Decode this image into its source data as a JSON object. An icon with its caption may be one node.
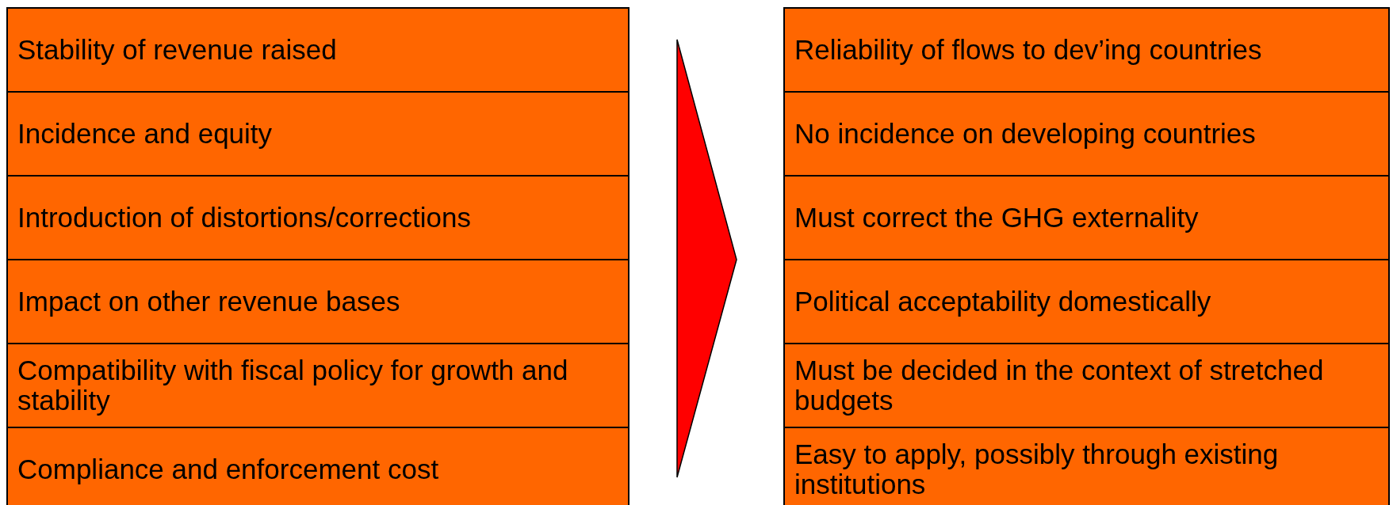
{
  "diagram": {
    "nodes": [
      {
        "text": [],
        "shape": "box"
      },
      {
        "text": [
          "Stability of revenue raised"
        ],
        "in": 0
      },
      {
        "text": [
          "Incidence and equity"
        ],
        "in": 0
      },
      {
        "text": [
          "Introduction of distortions/corrections"
        ],
        "in": 0
      },
      {
        "text": [
          "Impact on other revenue bases"
        ],
        "in": 0
      },
      {
        "text": [
          "Compatibility with fiscal policy for growth and stability"
        ],
        "in": 0
      },
      {
        "text": [
          "Compliance and enforcement cost"
        ],
        "in": 0
      },
      {
        "text": [],
        "shape": "box"
      },
      {
        "text": [
          "Reliability of flows to dev’ing countries"
        ],
        "in": 7
      },
      {
        "text": [
          "No incidence on developing countries"
        ],
        "in": 7
      },
      {
        "text": [
          "Must correct the GHG externality"
        ],
        "in": 7
      },
      {
        "text": [
          "Political acceptability domestically"
        ],
        "in": 7
      },
      {
        "text": [
          "Must be decided in the context of stretched budgets"
        ],
        "in": 7
      },
      {
        "text": [
          "Easy to apply, possibly through existing institutions"
        ],
        "in": 7
      }
    ],
    "edges": [
      {
        "from": 0,
        "to": 7,
        "arrow": "to"
      }
    ]
  }
}
